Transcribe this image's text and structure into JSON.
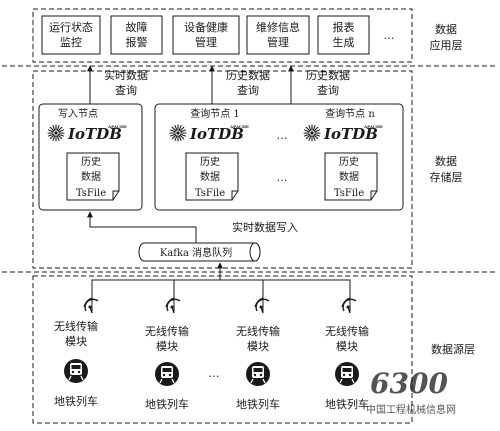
{
  "app_layer": {
    "label_line1": "数据",
    "label_line2": "应用层",
    "modules": [
      {
        "line1": "运行状态",
        "line2": "监控"
      },
      {
        "line1": "故障",
        "line2": "报警"
      },
      {
        "line1": "设备健康",
        "line2": "管理"
      },
      {
        "line1": "维修信息",
        "line2": "管理"
      },
      {
        "line1": "报表",
        "line2": "生成"
      }
    ],
    "more": "…"
  },
  "storage_layer": {
    "label_line1": "数据",
    "label_line2": "存储层",
    "flows": [
      {
        "line1": "实时数据",
        "line2": "查询"
      },
      {
        "line1": "历史数据",
        "line2": "查询"
      },
      {
        "line1": "历史数据",
        "line2": "查询"
      }
    ],
    "write_node": {
      "title": "写入节点",
      "logo": "IoTDB",
      "logo_sub": "APACHE",
      "file": {
        "line1": "历史",
        "line2": "数据",
        "line3": "TsFile"
      }
    },
    "query_node_1": {
      "title": "查询节点 1",
      "logo": "IoTDB",
      "logo_sub": "APACHE",
      "file": {
        "line1": "历史",
        "line2": "数据",
        "line3": "TsFile"
      }
    },
    "query_node_n": {
      "title": "查询节点 n",
      "logo": "IoTDB",
      "logo_sub": "APACHE",
      "file": {
        "line1": "历史",
        "line2": "数据",
        "line3": "TsFile"
      }
    },
    "dots": "…",
    "realtime_write": "实时数据写入",
    "kafka": "Kafka 消息队列"
  },
  "source_layer": {
    "label": "数据源层",
    "units": [
      {
        "line1": "无线传输",
        "line2": "模块",
        "train": "地铁列车"
      },
      {
        "line1": "无线传输",
        "line2": "模块",
        "train": "地铁列车"
      },
      {
        "line1": "无线传输",
        "line2": "模块",
        "train": "地铁列车"
      },
      {
        "line1": "无线传输",
        "line2": "模块",
        "train": "地铁列车"
      }
    ],
    "dots": "…"
  },
  "watermark": {
    "logo": "6300",
    "text": "中国工程机械信息网"
  },
  "colors": {
    "line": "#1a1a1a",
    "watermark": "#c8c8c8",
    "kafka_fill": "#ffffff"
  }
}
